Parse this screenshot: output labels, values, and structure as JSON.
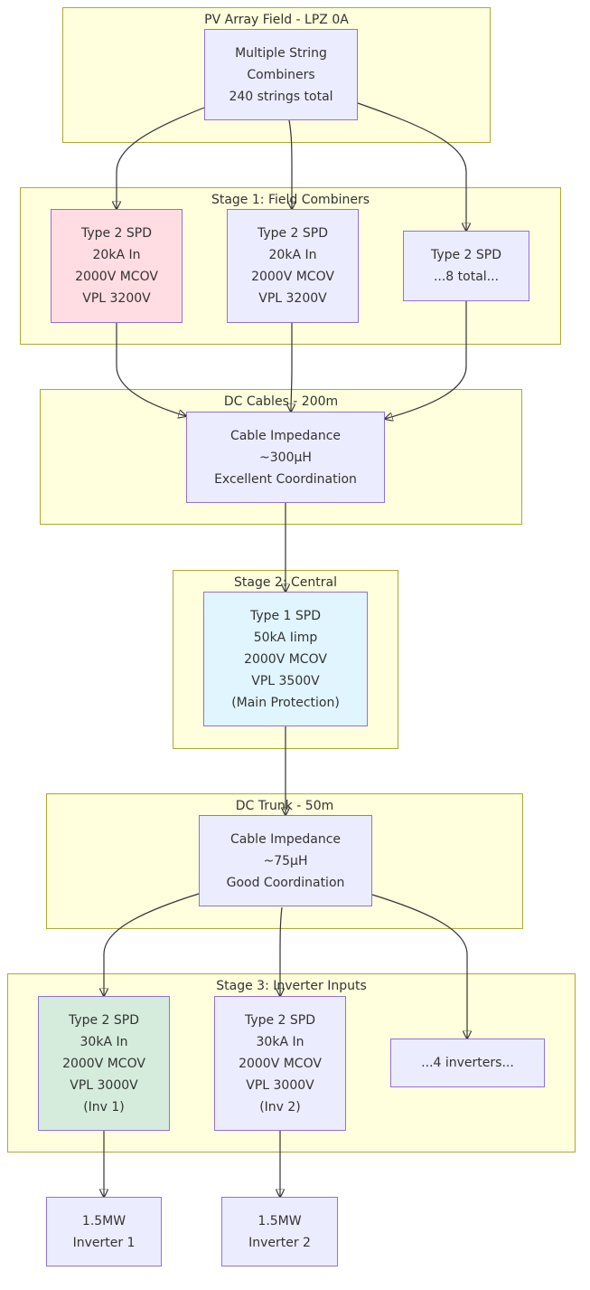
{
  "clusters": {
    "pv_field": "PV Array Field - LPZ 0A",
    "stage1": "Stage 1: Field Combiners",
    "dc_cables": "DC Cables - 200m",
    "stage2": "Stage 2: Central",
    "dc_trunk": "DC Trunk - 50m",
    "stage3": "Stage 3: Inverter Inputs"
  },
  "nodes": {
    "combiners": [
      "Multiple String",
      "Combiners",
      "240 strings total"
    ],
    "spd_field_1": [
      "Type 2 SPD",
      "20kA In",
      "2000V MCOV",
      "VPL 3200V"
    ],
    "spd_field_2": [
      "Type 2 SPD",
      "20kA In",
      "2000V MCOV",
      "VPL 3200V"
    ],
    "spd_field_more": [
      "Type 2 SPD",
      "...8 total..."
    ],
    "cable_200": [
      "Cable Impedance",
      "~300μH",
      "Excellent Coordination"
    ],
    "spd_central": [
      "Type 1 SPD",
      "50kA Iimp",
      "2000V MCOV",
      "VPL 3500V",
      "(Main Protection)"
    ],
    "cable_50": [
      "Cable Impedance",
      "~75μH",
      "Good Coordination"
    ],
    "spd_inv_1": [
      "Type 2 SPD",
      "30kA In",
      "2000V MCOV",
      "VPL 3000V",
      "(Inv 1)"
    ],
    "spd_inv_2": [
      "Type 2 SPD",
      "30kA In",
      "2000V MCOV",
      "VPL 3000V",
      "(Inv 2)"
    ],
    "inv_more": [
      "...4 inverters..."
    ],
    "inverter_1": [
      "1.5MW",
      "Inverter 1"
    ],
    "inverter_2": [
      "1.5MW",
      "Inverter 2"
    ]
  },
  "colors": {
    "cluster_fill": "#ffffde",
    "cluster_border": "#aaaa33",
    "node_fill": "#ececff",
    "node_border": "#9370db",
    "highlight_pink": "#ffdde2",
    "highlight_blue": "#e1f5fe",
    "highlight_green": "#d5ecdc",
    "edge": "#333333"
  },
  "edges": [
    {
      "from": "combiners",
      "to": "spd_field_1"
    },
    {
      "from": "combiners",
      "to": "spd_field_2"
    },
    {
      "from": "combiners",
      "to": "spd_field_more"
    },
    {
      "from": "spd_field_1",
      "to": "cable_200"
    },
    {
      "from": "spd_field_2",
      "to": "cable_200"
    },
    {
      "from": "spd_field_more",
      "to": "cable_200"
    },
    {
      "from": "cable_200",
      "to": "spd_central"
    },
    {
      "from": "spd_central",
      "to": "cable_50"
    },
    {
      "from": "cable_50",
      "to": "spd_inv_1"
    },
    {
      "from": "cable_50",
      "to": "spd_inv_2"
    },
    {
      "from": "cable_50",
      "to": "inv_more"
    },
    {
      "from": "spd_inv_1",
      "to": "inverter_1"
    },
    {
      "from": "spd_inv_2",
      "to": "inverter_2"
    }
  ]
}
